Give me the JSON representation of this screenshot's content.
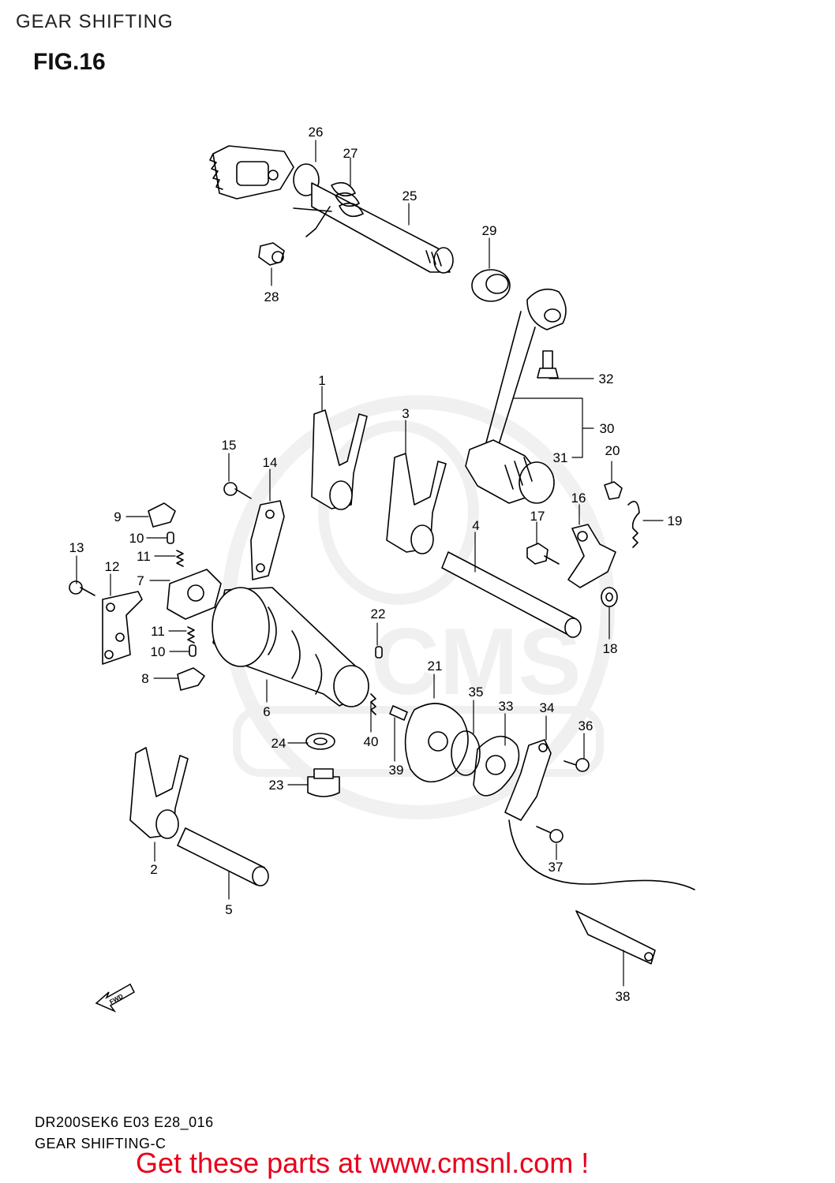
{
  "header": {
    "section": "GEAR SHIFTING",
    "figure": "FIG.16"
  },
  "watermark": "CMS",
  "fwd_label": "FWD",
  "callouts": [
    {
      "id": "1",
      "label": "1"
    },
    {
      "id": "2",
      "label": "2"
    },
    {
      "id": "3",
      "label": "3"
    },
    {
      "id": "4",
      "label": "4"
    },
    {
      "id": "5",
      "label": "5"
    },
    {
      "id": "6",
      "label": "6"
    },
    {
      "id": "7",
      "label": "7"
    },
    {
      "id": "8",
      "label": "8"
    },
    {
      "id": "9",
      "label": "9"
    },
    {
      "id": "10a",
      "label": "10"
    },
    {
      "id": "10b",
      "label": "10"
    },
    {
      "id": "11a",
      "label": "11"
    },
    {
      "id": "11b",
      "label": "11"
    },
    {
      "id": "12",
      "label": "12"
    },
    {
      "id": "13",
      "label": "13"
    },
    {
      "id": "14",
      "label": "14"
    },
    {
      "id": "15",
      "label": "15"
    },
    {
      "id": "16",
      "label": "16"
    },
    {
      "id": "17",
      "label": "17"
    },
    {
      "id": "18",
      "label": "18"
    },
    {
      "id": "19",
      "label": "19"
    },
    {
      "id": "20",
      "label": "20"
    },
    {
      "id": "21",
      "label": "21"
    },
    {
      "id": "22",
      "label": "22"
    },
    {
      "id": "23",
      "label": "23"
    },
    {
      "id": "24",
      "label": "24"
    },
    {
      "id": "25",
      "label": "25"
    },
    {
      "id": "26",
      "label": "26"
    },
    {
      "id": "27",
      "label": "27"
    },
    {
      "id": "28",
      "label": "28"
    },
    {
      "id": "29",
      "label": "29"
    },
    {
      "id": "30",
      "label": "30"
    },
    {
      "id": "31",
      "label": "31"
    },
    {
      "id": "32",
      "label": "32"
    },
    {
      "id": "33",
      "label": "33"
    },
    {
      "id": "34",
      "label": "34"
    },
    {
      "id": "35",
      "label": "35"
    },
    {
      "id": "36",
      "label": "36"
    },
    {
      "id": "37",
      "label": "37"
    },
    {
      "id": "38",
      "label": "38"
    },
    {
      "id": "39",
      "label": "39"
    },
    {
      "id": "40",
      "label": "40"
    }
  ],
  "footer": {
    "code": "DR200SEK6 E03 E28_016",
    "name": "GEAR SHIFTING-C",
    "banner": "Get these parts at www.cmsnl.com !"
  }
}
